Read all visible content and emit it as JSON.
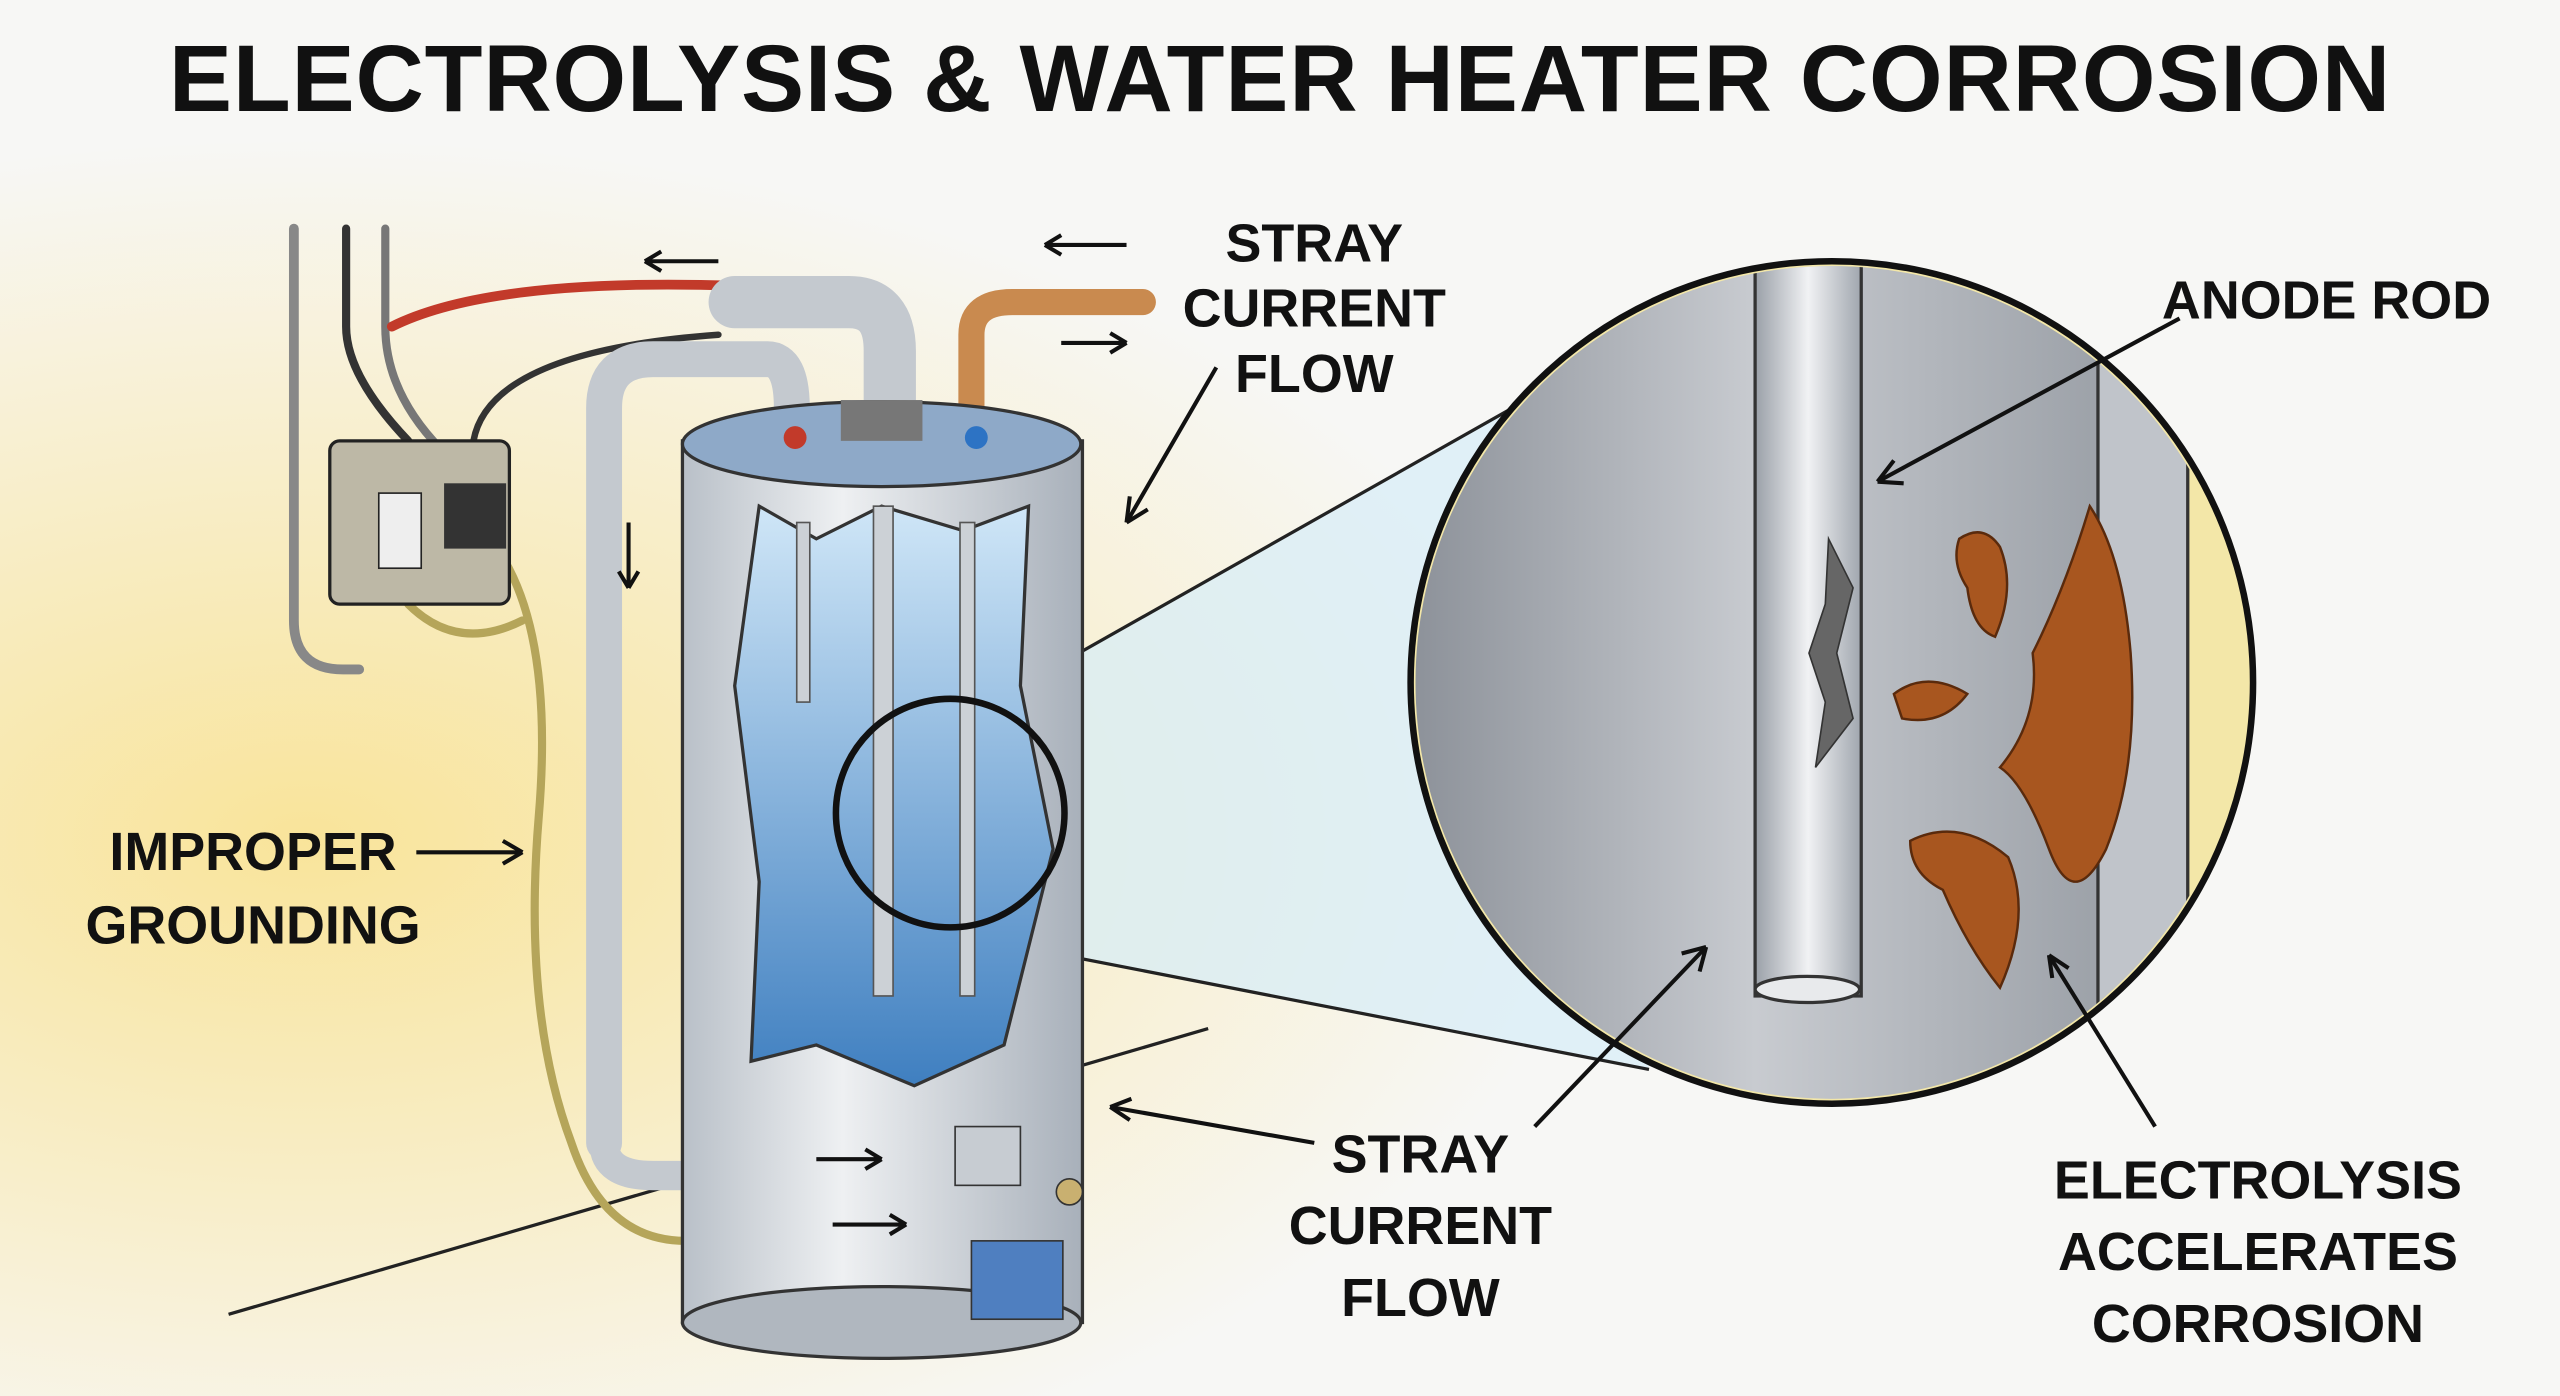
{
  "title": "ELECTROLYSIS & WATER HEATER CORROSION",
  "labels": {
    "stray_top": [
      "STRAY",
      "CURRENT",
      "FLOW"
    ],
    "anode_rod": "ANODE ROD",
    "improper_grounding": [
      "IMPROPER",
      "GROUNDING"
    ],
    "stray_bottom": [
      "STRAY",
      "CURRENT",
      "FLOW"
    ],
    "electrolysis": [
      "ELECTROLYSIS",
      "ACCELERATES",
      "CORROSION"
    ]
  },
  "colors": {
    "wall_glow": "#fbefb8",
    "water": "#5f9fd6",
    "tank": "#d9dde2",
    "rust": "#a8561f",
    "copper": "#c98a4f"
  }
}
